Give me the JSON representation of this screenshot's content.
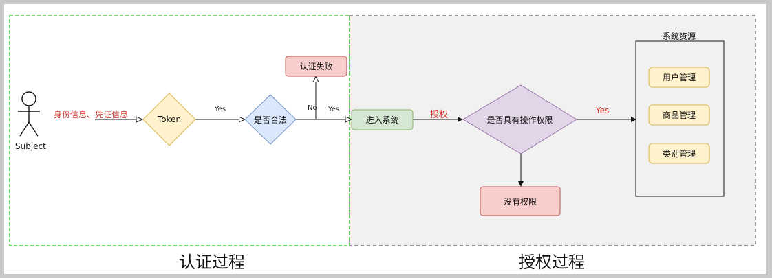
{
  "colors": {
    "auth_region_border": "#3cc43c",
    "authz_region_fill": "#f1f1f1",
    "authz_region_border": "#555555",
    "token_fill": "#fff2cc",
    "token_stroke": "#d6b656",
    "legal_fill": "#dae8fc",
    "legal_stroke": "#6c8ebf",
    "fail_fill": "#f8cecc",
    "fail_stroke": "#b85450",
    "enter_fill": "#d5e8d4",
    "enter_stroke": "#82b366",
    "perm_fill": "#e1d5e7",
    "perm_stroke": "#9673a6",
    "resource_fill": "#fff2cc",
    "resource_stroke": "#d6b656",
    "red_text": "#d2352f"
  },
  "labels": {
    "subject": "Subject",
    "identity_info": "身份信息、凭证信息",
    "token": "Token",
    "yes_token": "Yes",
    "is_legal": "是否合法",
    "no": "No",
    "yes_legal": "Yes",
    "auth_fail": "认证失败",
    "enter_system": "进入系统",
    "authorize": "授权",
    "has_permission": "是否具有操作权限",
    "yes_perm": "Yes",
    "no_permission": "没有权限",
    "system_resources": "系统资源",
    "user_mgmt": "用户管理",
    "product_mgmt": "商品管理",
    "category_mgmt": "类别管理",
    "auth_process": "认证过程",
    "authz_process": "授权过程"
  }
}
